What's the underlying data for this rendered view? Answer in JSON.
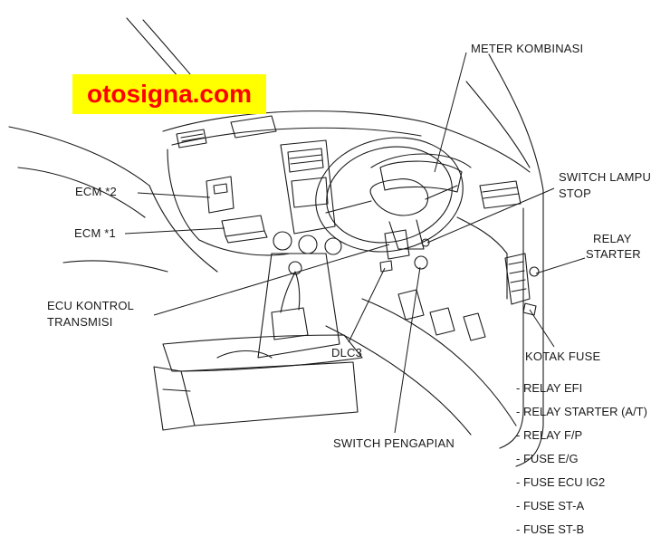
{
  "watermark": "otosigna.com",
  "labels": {
    "meter": "METER KOMBINASI",
    "switch_lampu_1": "SWITCH LAMPU",
    "switch_lampu_2": "STOP",
    "relay_starter_1": "RELAY",
    "relay_starter_2": "STARTER",
    "ecm2": "ECM *2",
    "ecm1": "ECM *1",
    "ecu_1": "ECU KONTROL",
    "ecu_2": "TRANSMISI",
    "dlc3": "DLC3",
    "kotak_fuse": "KOTAK FUSE",
    "switch_pengapian": "SWITCH PENGAPIAN"
  },
  "fuse_items": [
    "- RELAY EFI",
    "- RELAY STARTER (A/T)",
    "- RELAY F/P",
    "- FUSE E/G",
    "- FUSE ECU IG2",
    "- FUSE ST-A",
    "- FUSE ST-B"
  ],
  "colors": {
    "line": "#1a1a1a",
    "watermark_bg": "#ffff00",
    "watermark_text": "#ff0000"
  }
}
